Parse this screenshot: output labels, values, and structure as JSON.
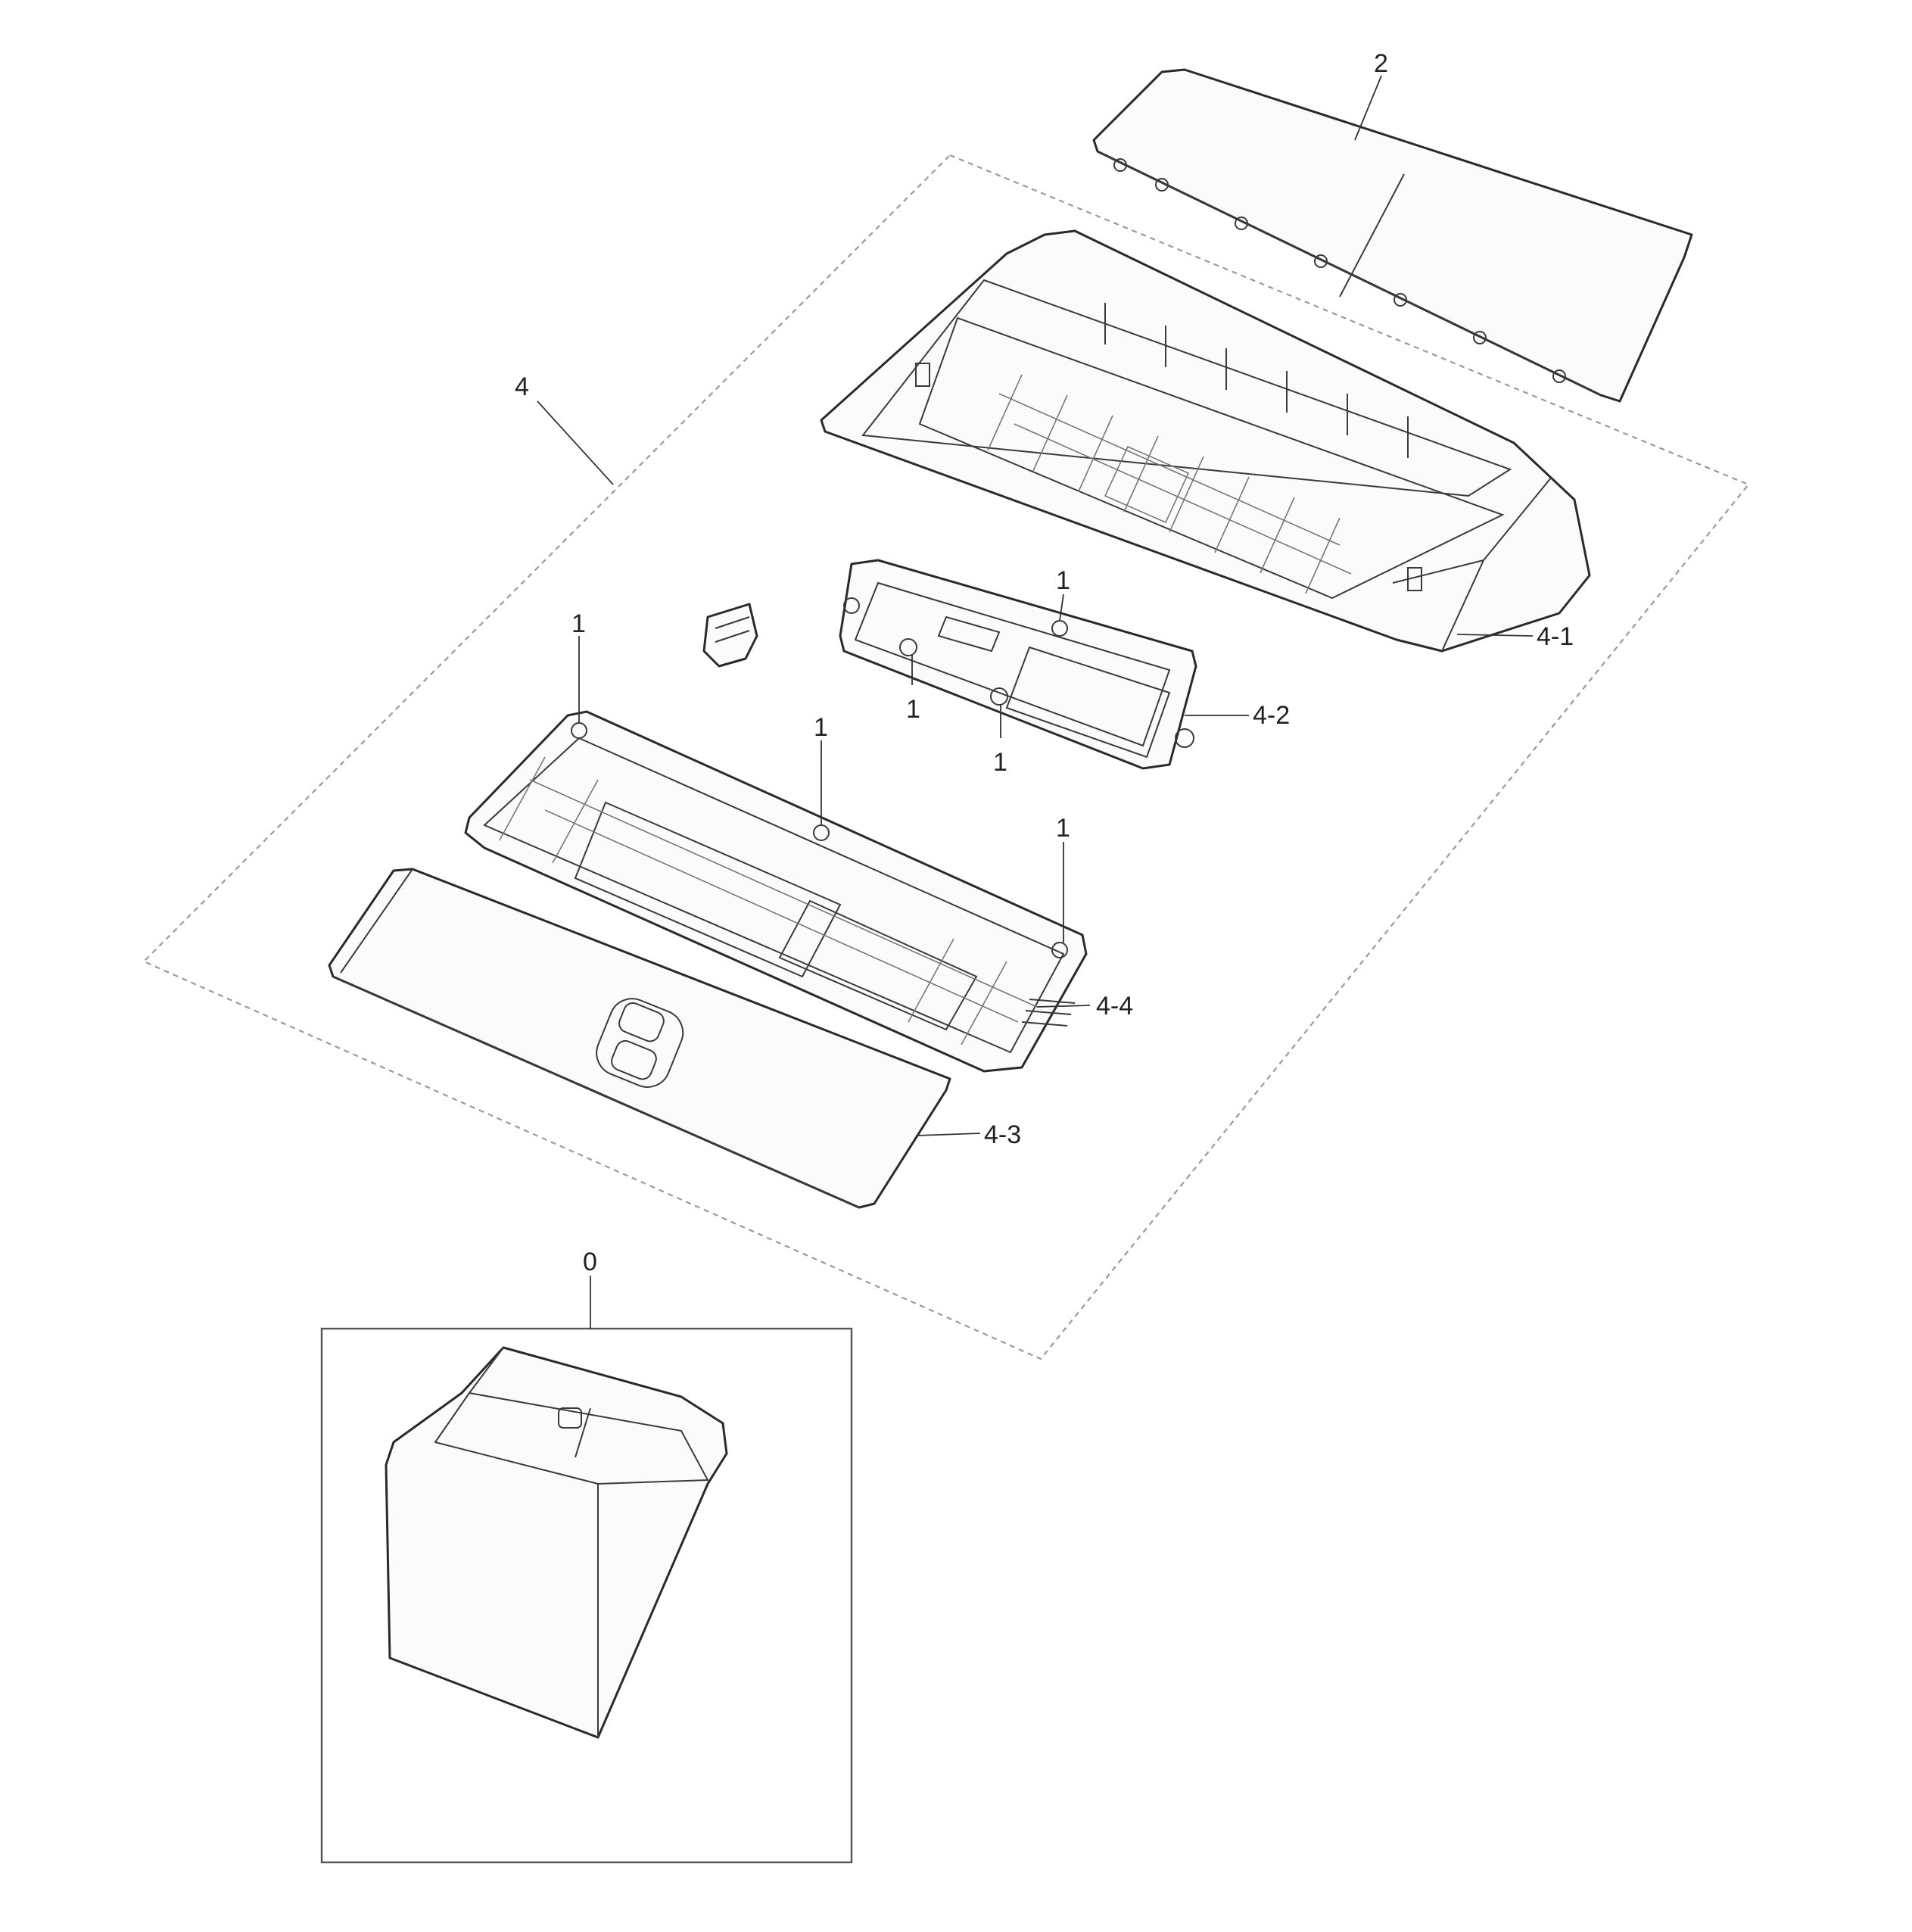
{
  "labels": {
    "l2": "2",
    "l4": "4",
    "l4_1": "4-1",
    "l4_2": "4-2",
    "l4_3": "4-3",
    "l4_4": "4-4",
    "l1_a": "1",
    "l1_b": "1",
    "l1_c": "1",
    "l1_d": "1",
    "l1_e": "1",
    "l1_f": "1",
    "l0": "0"
  },
  "colors": {
    "line": "#2a2a2a",
    "fill": "#fbfbfb",
    "dashed_outline": "#9a9a9a",
    "background": "#ffffff"
  }
}
